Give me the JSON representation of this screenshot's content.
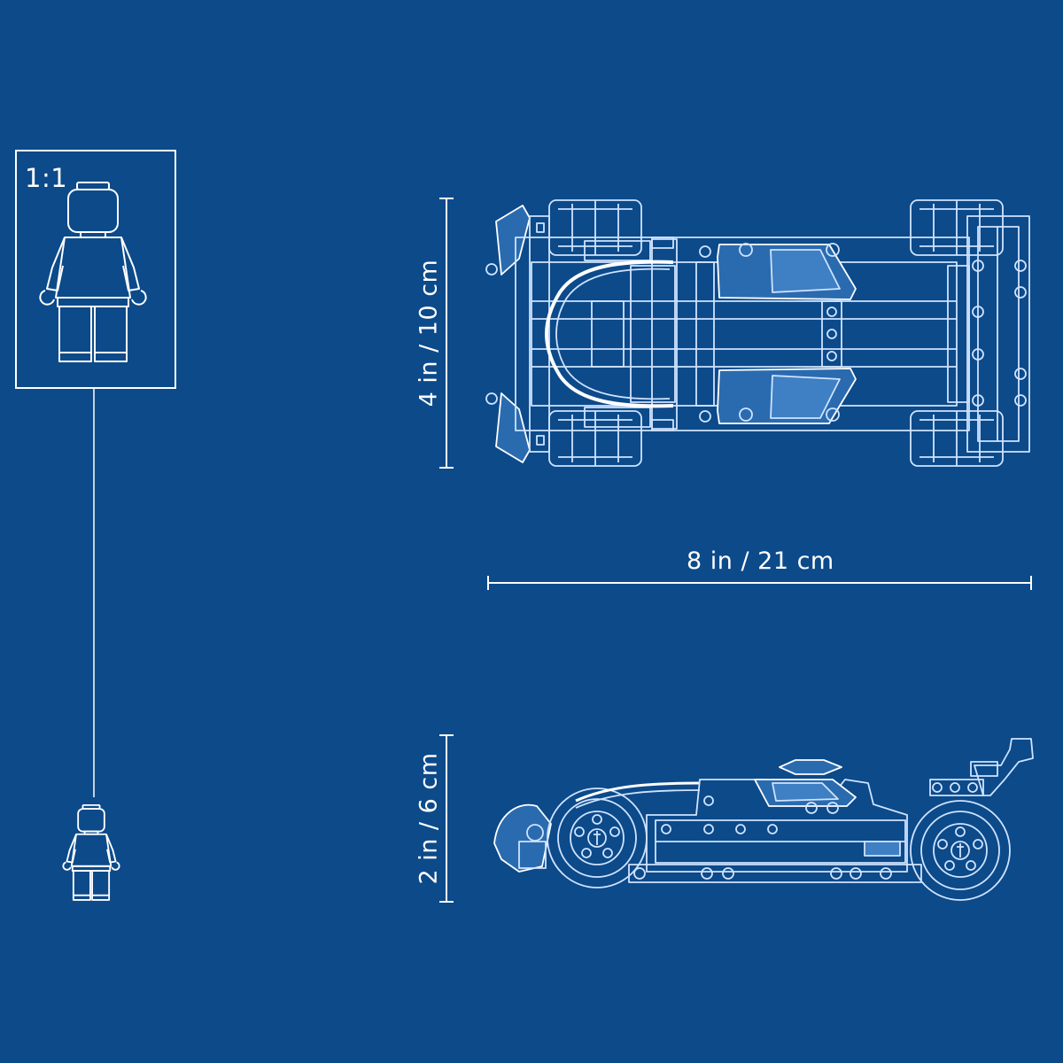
{
  "scale_label": "1:1",
  "dimensions": {
    "top_view_height": "4 in / 10 cm",
    "length": "8 in / 21 cm",
    "side_view_height": "2 in / 6 cm"
  },
  "colors": {
    "background": "#0c4a8a",
    "line": "#ffffff"
  }
}
